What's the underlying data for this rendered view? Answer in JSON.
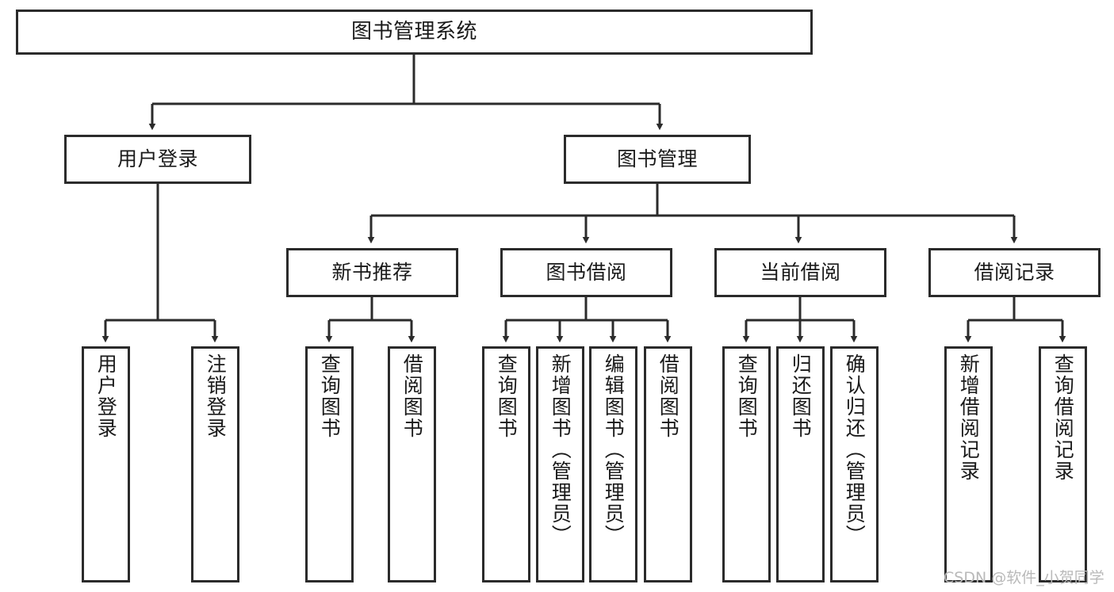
{
  "diagram": {
    "title": "图书管理系统",
    "type": "tree",
    "colors": {
      "stroke": "#2b2b2b",
      "fill": "#ffffff",
      "text": "#1a1a1a",
      "watermark": "#b9b9b9"
    },
    "root": {
      "label": "图书管理系统"
    },
    "level1": [
      {
        "label": "用户登录"
      },
      {
        "label": "图书管理"
      }
    ],
    "level2": [
      {
        "label": "新书推荐"
      },
      {
        "label": "图书借阅"
      },
      {
        "label": "当前借阅"
      },
      {
        "label": "借阅记录"
      }
    ],
    "leaves": {
      "user_login": [
        {
          "label": "用户登录"
        },
        {
          "label": "注销登录"
        }
      ],
      "new_book_recommend": [
        {
          "label": "查询图书"
        },
        {
          "label": "借阅图书"
        }
      ],
      "book_borrow": [
        {
          "label": "查询图书"
        },
        {
          "label": "新增图书（管理员）"
        },
        {
          "label": "编辑图书（管理员）"
        },
        {
          "label": "借阅图书"
        }
      ],
      "current_borrow": [
        {
          "label": "查询图书"
        },
        {
          "label": "归还图书"
        },
        {
          "label": "确认归还（管理员）"
        }
      ],
      "borrow_record": [
        {
          "label": "新增借阅记录"
        },
        {
          "label": "查询借阅记录"
        }
      ]
    }
  },
  "watermark": {
    "text": "CSDN @软件_小贺同学"
  }
}
